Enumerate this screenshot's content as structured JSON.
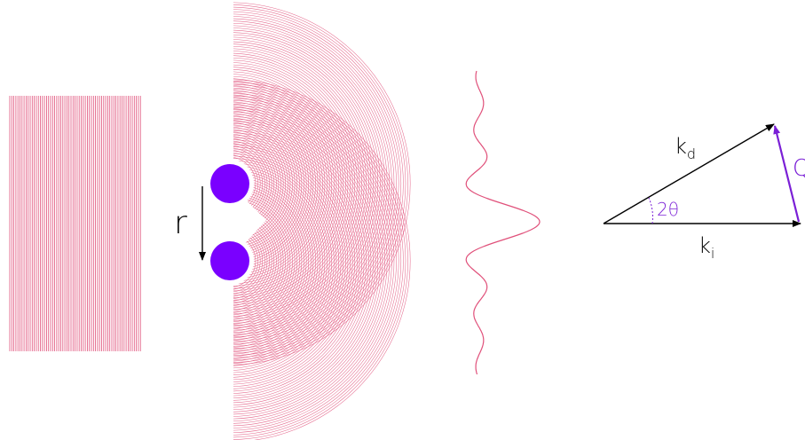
{
  "labels": {
    "r": "r",
    "k_d": "k",
    "k_d_sub": "d",
    "k_i": "k",
    "k_i_sub": "i",
    "two_theta": "2θ",
    "q": "Q"
  },
  "colors": {
    "wave": "#e0507a",
    "atom": "#7a00ff",
    "vector": "#000000",
    "q_vector": "#7a1fd6",
    "background": "#ffffff"
  }
}
